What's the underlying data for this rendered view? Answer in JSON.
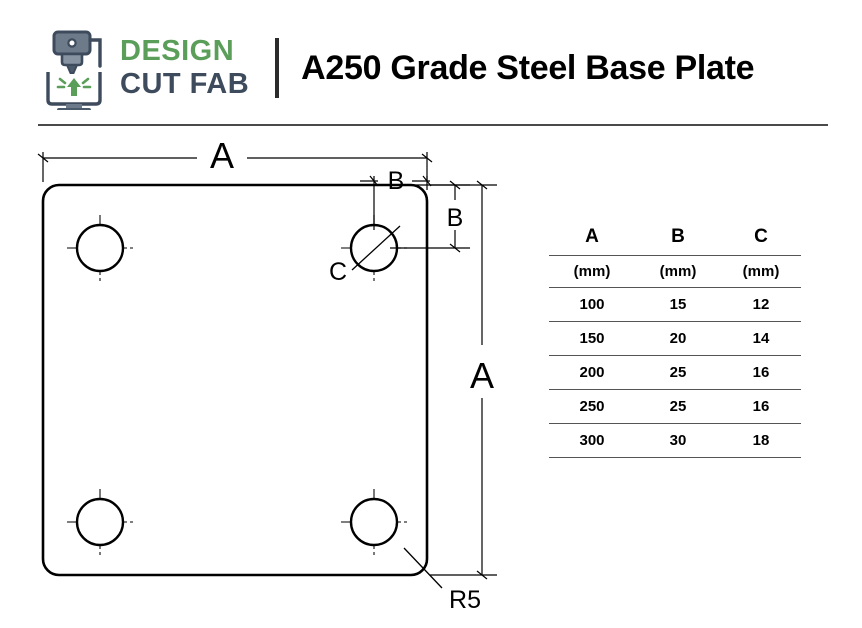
{
  "header": {
    "logo": {
      "icon_name": "cnc-laser-cutter-icon",
      "line1": "DESIGN",
      "line2": "CUT FAB",
      "line1_color": "#5a9e5a",
      "line2_color": "#3d4b5c"
    },
    "title": "A250 Grade Steel Base Plate"
  },
  "drawing": {
    "labels": {
      "width_dim": "A",
      "height_dim": "A",
      "hole_offset_horizontal": "B",
      "hole_offset_vertical": "B",
      "hole_diameter": "C",
      "corner_radius": "R5"
    },
    "view": "top view",
    "features": {
      "hole_count": 4,
      "corner_style": "filleted"
    }
  },
  "table": {
    "columns": [
      "A",
      "B",
      "C"
    ],
    "units": [
      "(mm)",
      "(mm)",
      "(mm)"
    ],
    "rows": [
      [
        "100",
        "15",
        "12"
      ],
      [
        "150",
        "20",
        "14"
      ],
      [
        "200",
        "25",
        "16"
      ],
      [
        "250",
        "25",
        "16"
      ],
      [
        "300",
        "30",
        "18"
      ]
    ]
  }
}
